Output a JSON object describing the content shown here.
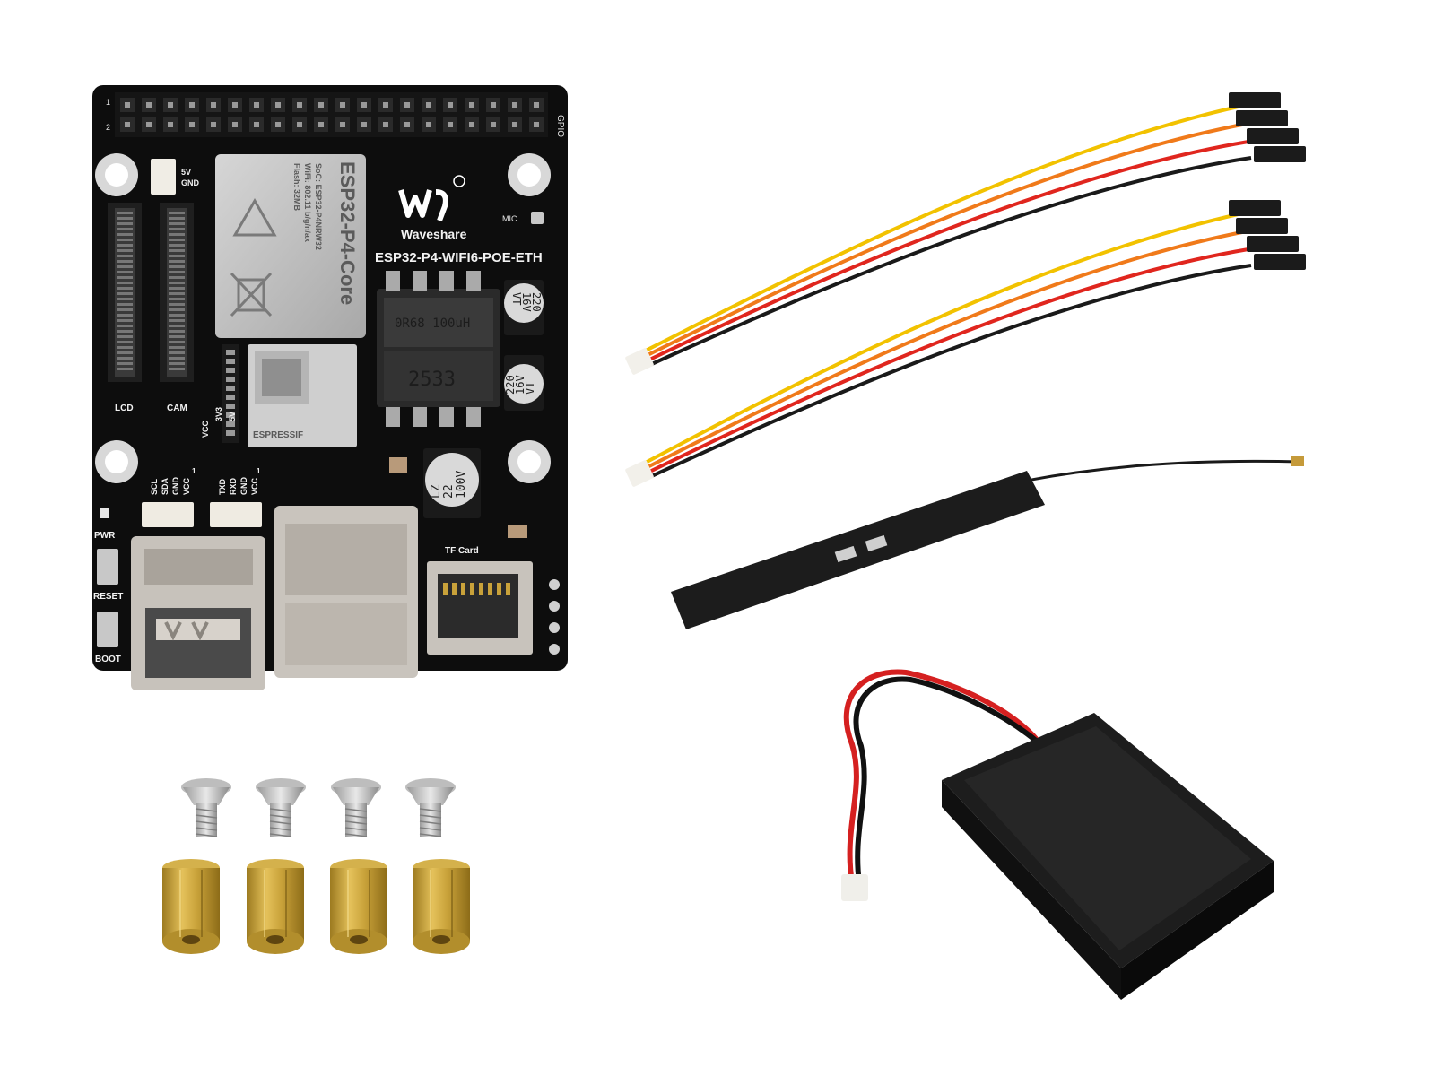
{
  "board": {
    "brand": "Waveshare",
    "model": "ESP32-P4-WIFI6-POE-ETH",
    "header_label": "GPIO",
    "pin_1": "1",
    "pin_2": "2",
    "power_5v": "5V",
    "power_gnd": "GND",
    "lcd_label": "LCD",
    "cam_label": "CAM",
    "mic_label": "MIC",
    "pwr_label": "PWR",
    "reset_label": "RESET",
    "boot_label": "BOOT",
    "tf_label": "TF Card",
    "vcc_label": "VCC",
    "v3v3_label": "3V3",
    "v5v_label": "5V",
    "i2c_pins": [
      "SCL",
      "SDA",
      "GND",
      "VCC"
    ],
    "uart_pins": [
      "TXD",
      "RXD",
      "GND",
      "VCC"
    ],
    "connector_pin1": "1"
  },
  "module": {
    "title": "ESP32-P4-Core",
    "soc": "SoC: ESP32-P4NRW32",
    "wifi": "WiFi: 802.11 b/g/n/ax",
    "flash": "Flash: 32MB"
  },
  "wifi_module": {
    "maker": "ESPRESSIF"
  },
  "inductor": {
    "top": "0R68 100uH",
    "code": "2533"
  },
  "capacitors": {
    "cap1": [
      "220",
      "16V",
      "VT"
    ],
    "cap2": [
      "220",
      "16V",
      "VT"
    ],
    "cap3": [
      "LZ",
      "22",
      "100V"
    ]
  },
  "colors": {
    "pcb": "#0d0d0d",
    "cable_yellow": "#f2c200",
    "cable_orange": "#f07a1a",
    "cable_red": "#e0261e",
    "cable_black": "#1a1a1a",
    "brass": "#c9a23a"
  }
}
